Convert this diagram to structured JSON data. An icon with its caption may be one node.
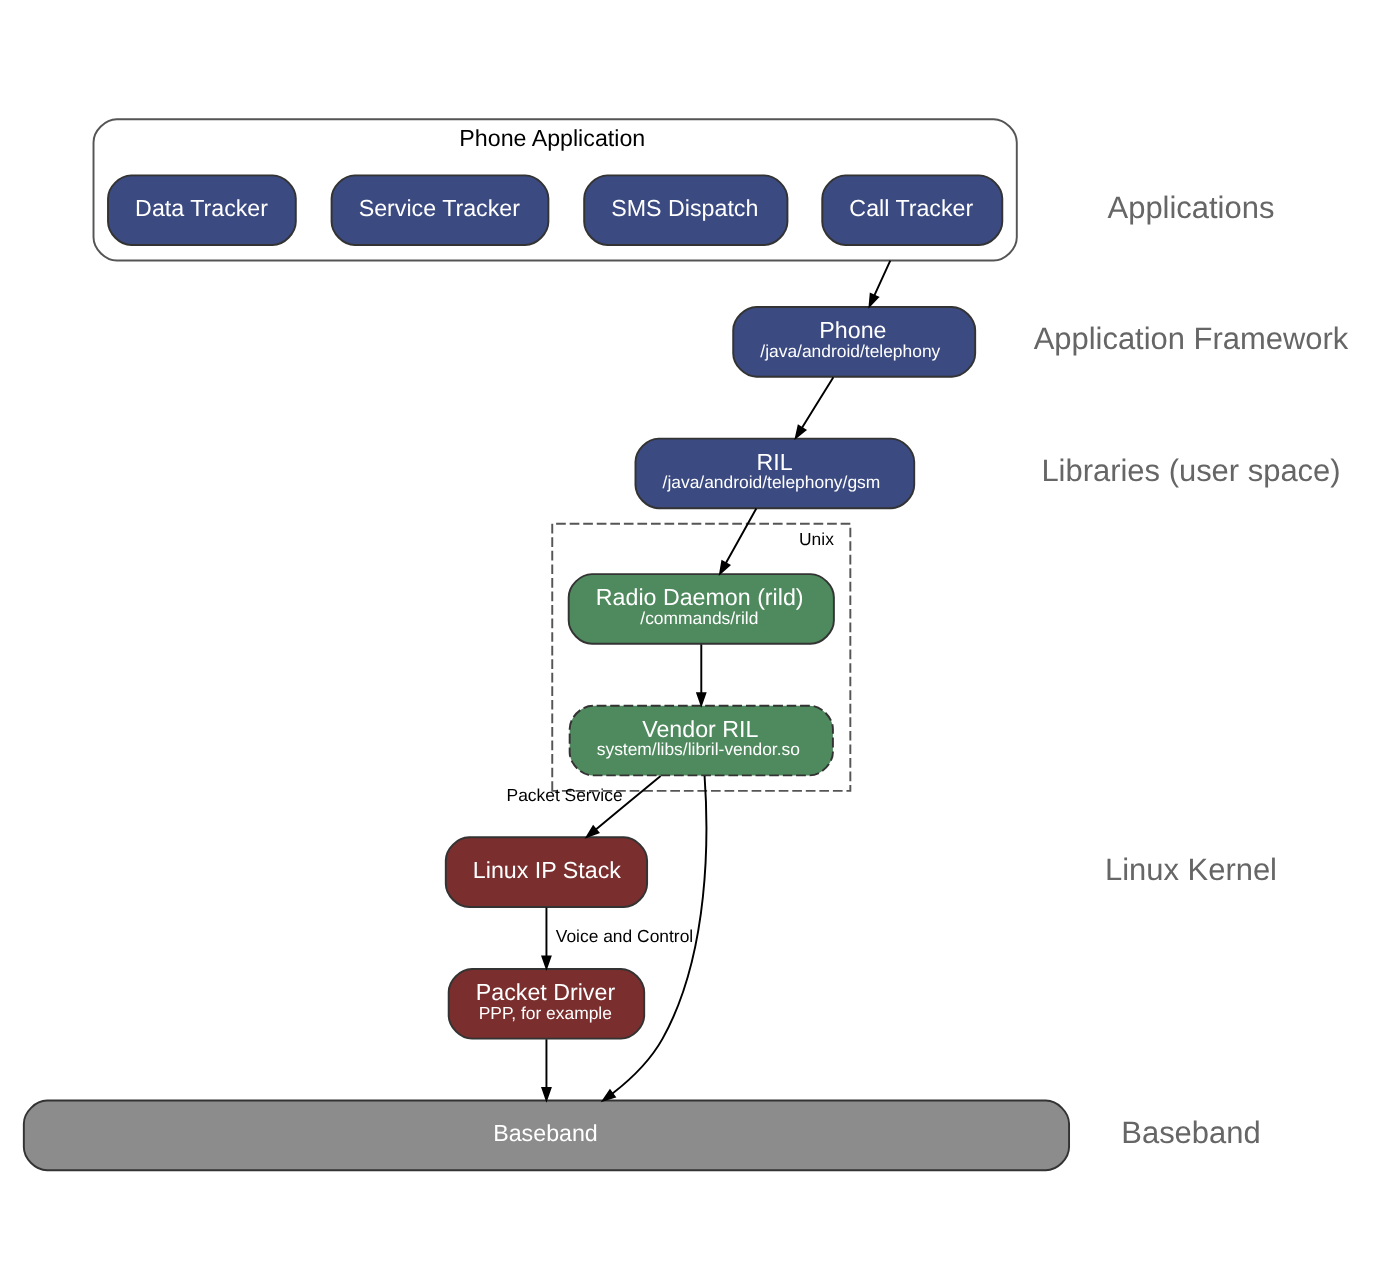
{
  "diagram": {
    "nodes": [
      {
        "text": [
          "Phone Application"
        ]
      },
      {
        "text": [
          "Call Tracker"
        ],
        "in": 0
      },
      {
        "text": [
          "SMS Dispatch"
        ],
        "in": 0
      },
      {
        "text": [
          "Service Tracker"
        ],
        "in": 0
      },
      {
        "text": [
          "Data Tracker"
        ],
        "in": 0
      },
      {
        "text": [
          "Phone",
          "/java/android/telephony"
        ]
      },
      {
        "text": [
          "RIL",
          "/java/android/telephony/gsm"
        ]
      },
      {
        "text": [
          "Unix"
        ]
      },
      {
        "text": [
          "Radio Daemon (rild)",
          "/commands/rild"
        ],
        "in": 7
      },
      {
        "text": [
          "Vendor RIL",
          "system/libs/libril-vendor.so"
        ],
        "in": 7
      },
      {
        "text": [
          "Linux IP Stack"
        ]
      },
      {
        "text": [
          "Packet Driver",
          "PPP, for example"
        ]
      },
      {
        "text": [
          "Baseband"
        ]
      }
    ],
    "edges": [
      {
        "from": 0,
        "to": 5,
        "arrow": "to"
      },
      {
        "from": 5,
        "to": 6,
        "arrow": "to"
      },
      {
        "from": 6,
        "to": 8,
        "arrow": "to"
      },
      {
        "from": 8,
        "to": 9,
        "arrow": "to"
      },
      {
        "from": 9,
        "to": 10,
        "arrow": "to",
        "label": "Packet Service"
      },
      {
        "from": 10,
        "to": 11,
        "arrow": "to"
      },
      {
        "from": 11,
        "to": 12,
        "arrow": "to"
      },
      {
        "from": 9,
        "to": 12,
        "arrow": "to",
        "label": "Voice and Control"
      }
    ],
    "labels": [
      "Applications",
      "Application Framework",
      "Libraries (user space)",
      "Linux Kernel",
      "Baseband"
    ]
  }
}
